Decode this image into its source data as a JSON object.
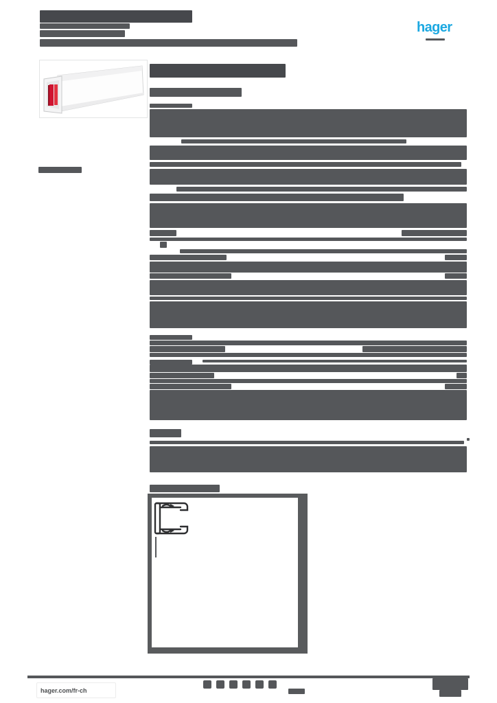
{
  "brand": {
    "logo_text": "hager",
    "logo_color": "#1BA8E1"
  },
  "footer": {
    "website": "hager.com/fr-ch",
    "icons": [
      "social-icon-1",
      "social-icon-2",
      "social-icon-3",
      "social-icon-4",
      "social-icon-5",
      "social-icon-6"
    ]
  },
  "colors": {
    "bar_default": "#55575a",
    "bar_dark": "#46484c",
    "accent_red": "#CF1430",
    "drawing_ink": "#2e2f31",
    "page_bg": "#ffffff"
  },
  "bars": {
    "default": "#55575a",
    "dark": "#46484c",
    "items": [
      [
        58,
        15,
        222,
        18,
        1
      ],
      [
        58,
        34,
        131,
        8,
        0
      ],
      [
        58,
        44,
        124,
        10,
        0
      ],
      [
        58,
        57,
        375,
        11,
        0
      ],
      [
        620,
        56,
        28,
        3,
        0
      ],
      [
        56,
        243,
        63,
        9,
        0
      ],
      [
        218,
        93,
        198,
        20,
        1
      ],
      [
        218,
        128,
        134,
        13,
        0
      ],
      [
        218,
        151,
        62,
        6,
        0
      ],
      [
        218,
        159,
        462,
        41,
        0
      ],
      [
        264,
        203,
        328,
        6,
        0
      ],
      [
        218,
        212,
        462,
        21,
        0
      ],
      [
        218,
        236,
        454,
        7,
        0
      ],
      [
        218,
        246,
        462,
        23,
        0
      ],
      [
        257,
        272,
        423,
        7,
        0
      ],
      [
        218,
        282,
        370,
        11,
        0
      ],
      [
        218,
        296,
        462,
        36,
        0
      ],
      [
        218,
        335,
        39,
        9,
        0
      ],
      [
        585,
        335,
        95,
        9,
        0
      ],
      [
        218,
        346,
        462,
        5,
        0
      ],
      [
        233,
        352,
        10,
        9,
        0
      ],
      [
        262,
        363,
        418,
        6,
        0
      ],
      [
        218,
        371,
        112,
        8,
        0
      ],
      [
        648,
        371,
        32,
        8,
        0
      ],
      [
        218,
        381,
        462,
        16,
        0
      ],
      [
        218,
        398,
        119,
        8,
        0
      ],
      [
        648,
        398,
        32,
        8,
        0
      ],
      [
        218,
        408,
        462,
        22,
        0
      ],
      [
        218,
        432,
        462,
        5,
        0
      ],
      [
        218,
        439,
        462,
        39,
        0
      ],
      [
        218,
        488,
        62,
        7,
        0
      ],
      [
        218,
        496,
        462,
        7,
        0
      ],
      [
        218,
        504,
        110,
        9,
        0
      ],
      [
        528,
        504,
        152,
        9,
        0
      ],
      [
        218,
        514,
        462,
        6,
        0
      ],
      [
        218,
        524,
        62,
        7,
        0
      ],
      [
        295,
        524,
        385,
        4,
        0
      ],
      [
        218,
        531,
        462,
        11,
        0
      ],
      [
        218,
        543,
        94,
        8,
        0
      ],
      [
        665,
        543,
        15,
        8,
        0
      ],
      [
        218,
        552,
        462,
        6,
        0
      ],
      [
        218,
        559,
        119,
        8,
        0
      ],
      [
        648,
        559,
        32,
        8,
        0
      ],
      [
        218,
        568,
        462,
        44,
        0
      ],
      [
        218,
        625,
        46,
        12,
        0
      ],
      [
        680,
        638,
        4,
        4,
        0
      ],
      [
        218,
        642,
        458,
        5,
        0
      ],
      [
        218,
        650,
        462,
        38,
        0
      ],
      [
        218,
        706,
        102,
        11,
        0
      ],
      [
        216,
        800,
        10,
        5,
        0
      ],
      [
        216,
        808,
        12,
        5,
        0
      ],
      [
        630,
        988,
        52,
        17,
        0
      ],
      [
        640,
        1005,
        32,
        10,
        0
      ],
      [
        420,
        1003,
        24,
        8,
        0
      ]
    ]
  }
}
